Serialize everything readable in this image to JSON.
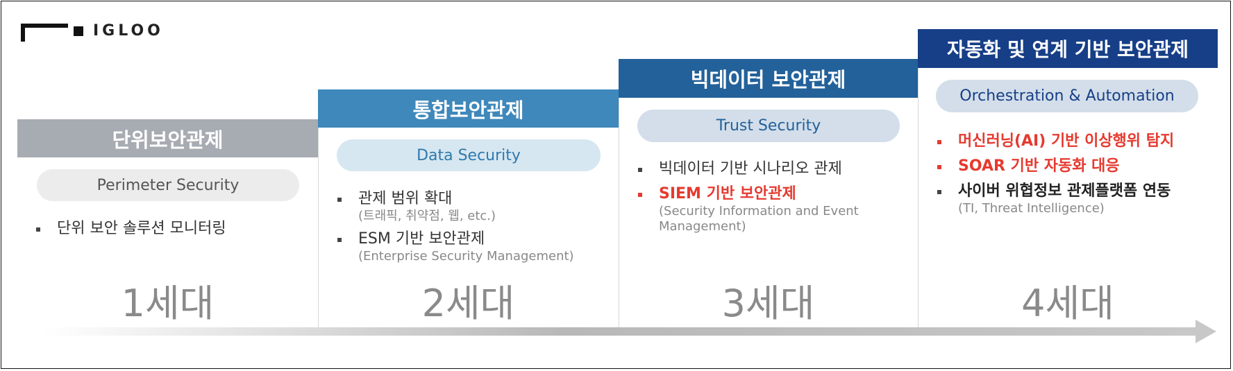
{
  "logo": {
    "text": "IGLOO"
  },
  "columns": [
    {
      "header": "단위보안관제",
      "pill": "Perimeter Security",
      "bullets": [
        {
          "text": "단위 보안 솔루션 모니터링",
          "sub": ""
        }
      ],
      "generation": "1세대"
    },
    {
      "header": "통합보안관제",
      "pill": "Data Security",
      "bullets": [
        {
          "text": "관제 범위 확대",
          "sub": "(트래픽, 취약점, 웹, etc.)"
        },
        {
          "text": "ESM 기반 보안관제",
          "sub": "(Enterprise Security Management)"
        }
      ],
      "generation": "2세대"
    },
    {
      "header": "빅데이터 보안관제",
      "pill": "Trust Security",
      "bullets": [
        {
          "text": "빅데이터 기반 시나리오 관제",
          "sub": ""
        },
        {
          "text": "SIEM 기반 보안관제",
          "sub": "(Security Information and Event Management)"
        }
      ],
      "generation": "3세대"
    },
    {
      "header": "자동화 및 연계 기반 보안관제",
      "pill": "Orchestration & Automation",
      "bullets": [
        {
          "text": "머신러닝(AI) 기반 이상행위 탐지",
          "sub": ""
        },
        {
          "text": "SOAR 기반 자동화 대응",
          "sub": ""
        },
        {
          "text": "사이버 위협정보 관제플랫폼 연동",
          "sub": "(TI, Threat Intelligence)"
        }
      ],
      "generation": "4세대"
    }
  ],
  "colors": {
    "gen1_header": "#a7abb2",
    "gen2_header": "#3f88bb",
    "gen3_header": "#23619a",
    "gen4_header": "#173f87",
    "highlight_red": "#e53a2f",
    "pill_gray": "#ececec",
    "pill_light_blue": "#d6e7f1",
    "pill_blue_gray": "#d3deea"
  }
}
